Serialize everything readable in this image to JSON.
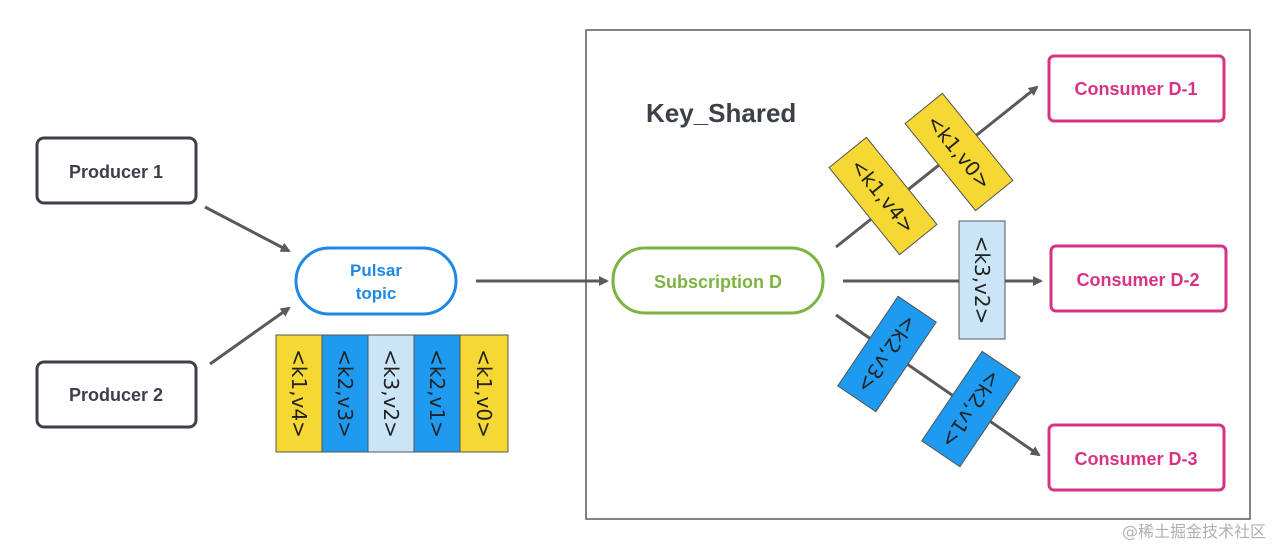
{
  "title": "Key_Shared",
  "producers": [
    "Producer 1",
    "Producer 2"
  ],
  "topic": {
    "line1": "Pulsar",
    "line2": "topic"
  },
  "subscription": "Subscription D",
  "consumers": [
    "Consumer D-1",
    "Consumer D-2",
    "Consumer D-3"
  ],
  "queue": [
    {
      "text": "<k1,v4>",
      "key": "k1"
    },
    {
      "text": "<k2,v3>",
      "key": "k2"
    },
    {
      "text": "<k3,v2>",
      "key": "k3"
    },
    {
      "text": "<k2,v1>",
      "key": "k2"
    },
    {
      "text": "<k1,v0>",
      "key": "k1"
    }
  ],
  "routed": {
    "consumer_1": [
      "<k1,v4>",
      "<k1,v0>"
    ],
    "consumer_2": [
      "<k3,v2>"
    ],
    "consumer_3": [
      "<k2,v3>",
      "<k2,v1>"
    ]
  },
  "colors": {
    "producer": "#3b4049",
    "topic": "#1e88e5",
    "subscription": "#7cb342",
    "consumer": "#d63384",
    "title": "#3b4049",
    "arrow": "#5a5a5a",
    "k1": "#f5d833",
    "k2": "#1e9bf0",
    "k3": "#c9e5f7"
  },
  "watermark": "@稀土掘金技术社区"
}
